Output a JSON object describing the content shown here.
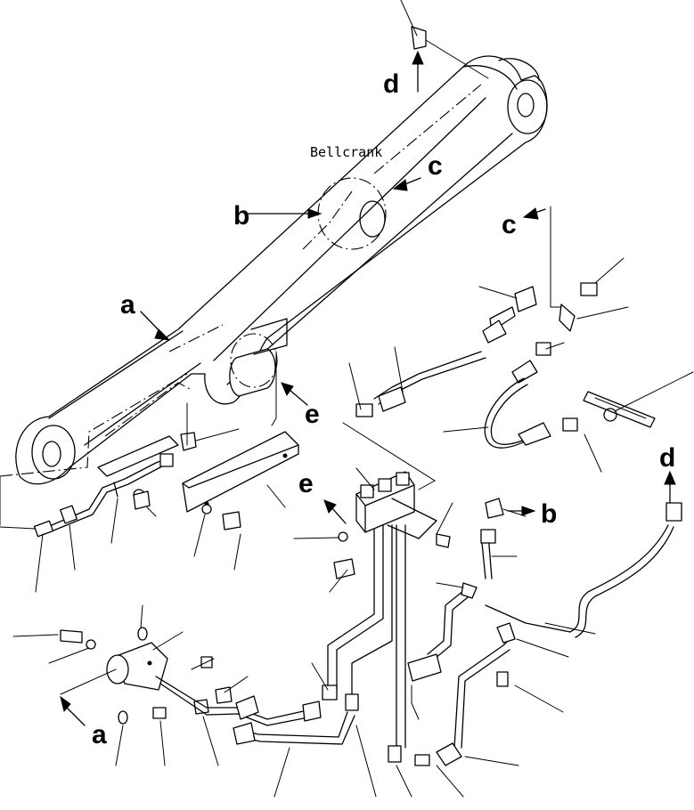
{
  "labels": {
    "bellcrank": "Bellcrank",
    "a1": "a",
    "a2": "a",
    "b1": "b",
    "b2": "b",
    "c1": "c",
    "c2": "c",
    "d1": "d",
    "d2": "d",
    "e1": "e",
    "e2": "e"
  }
}
